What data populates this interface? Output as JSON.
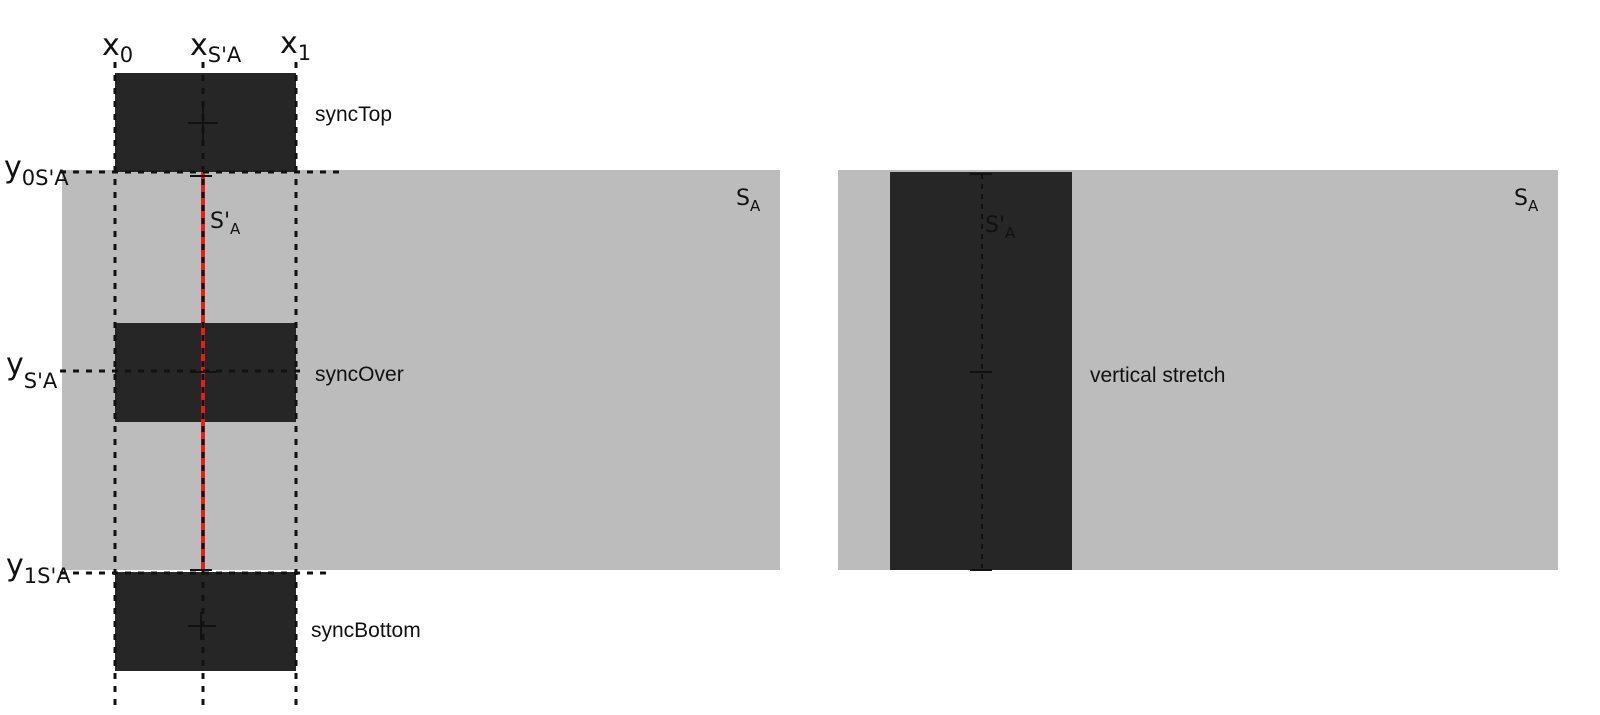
{
  "colors": {
    "background": "#ffffff",
    "stream_fill": "#bcbcbc",
    "block_fill": "#262626",
    "red_line": "#e0201f",
    "ink": "#111111"
  },
  "left_panel": {
    "stream_label": "S",
    "stream_label_sub": "A",
    "sub_label": "S'",
    "sub_label_sub": "A",
    "x0": {
      "main": "x",
      "sub": "0"
    },
    "xs": {
      "main": "x",
      "sub": "S'A"
    },
    "x1": {
      "main": "x",
      "sub": "1"
    },
    "y0": {
      "main": "y",
      "sub": "0S'A"
    },
    "ys": {
      "main": "y",
      "sub": "S'A"
    },
    "y1": {
      "main": "y",
      "sub": "1S'A"
    },
    "blocks": {
      "top": "syncTop",
      "over": "syncOver",
      "bottom": "syncBottom"
    }
  },
  "right_panel": {
    "stream_label": "S",
    "stream_label_sub": "A",
    "sub_label": "S'",
    "sub_label_sub": "A",
    "block_label": "vertical stretch"
  }
}
